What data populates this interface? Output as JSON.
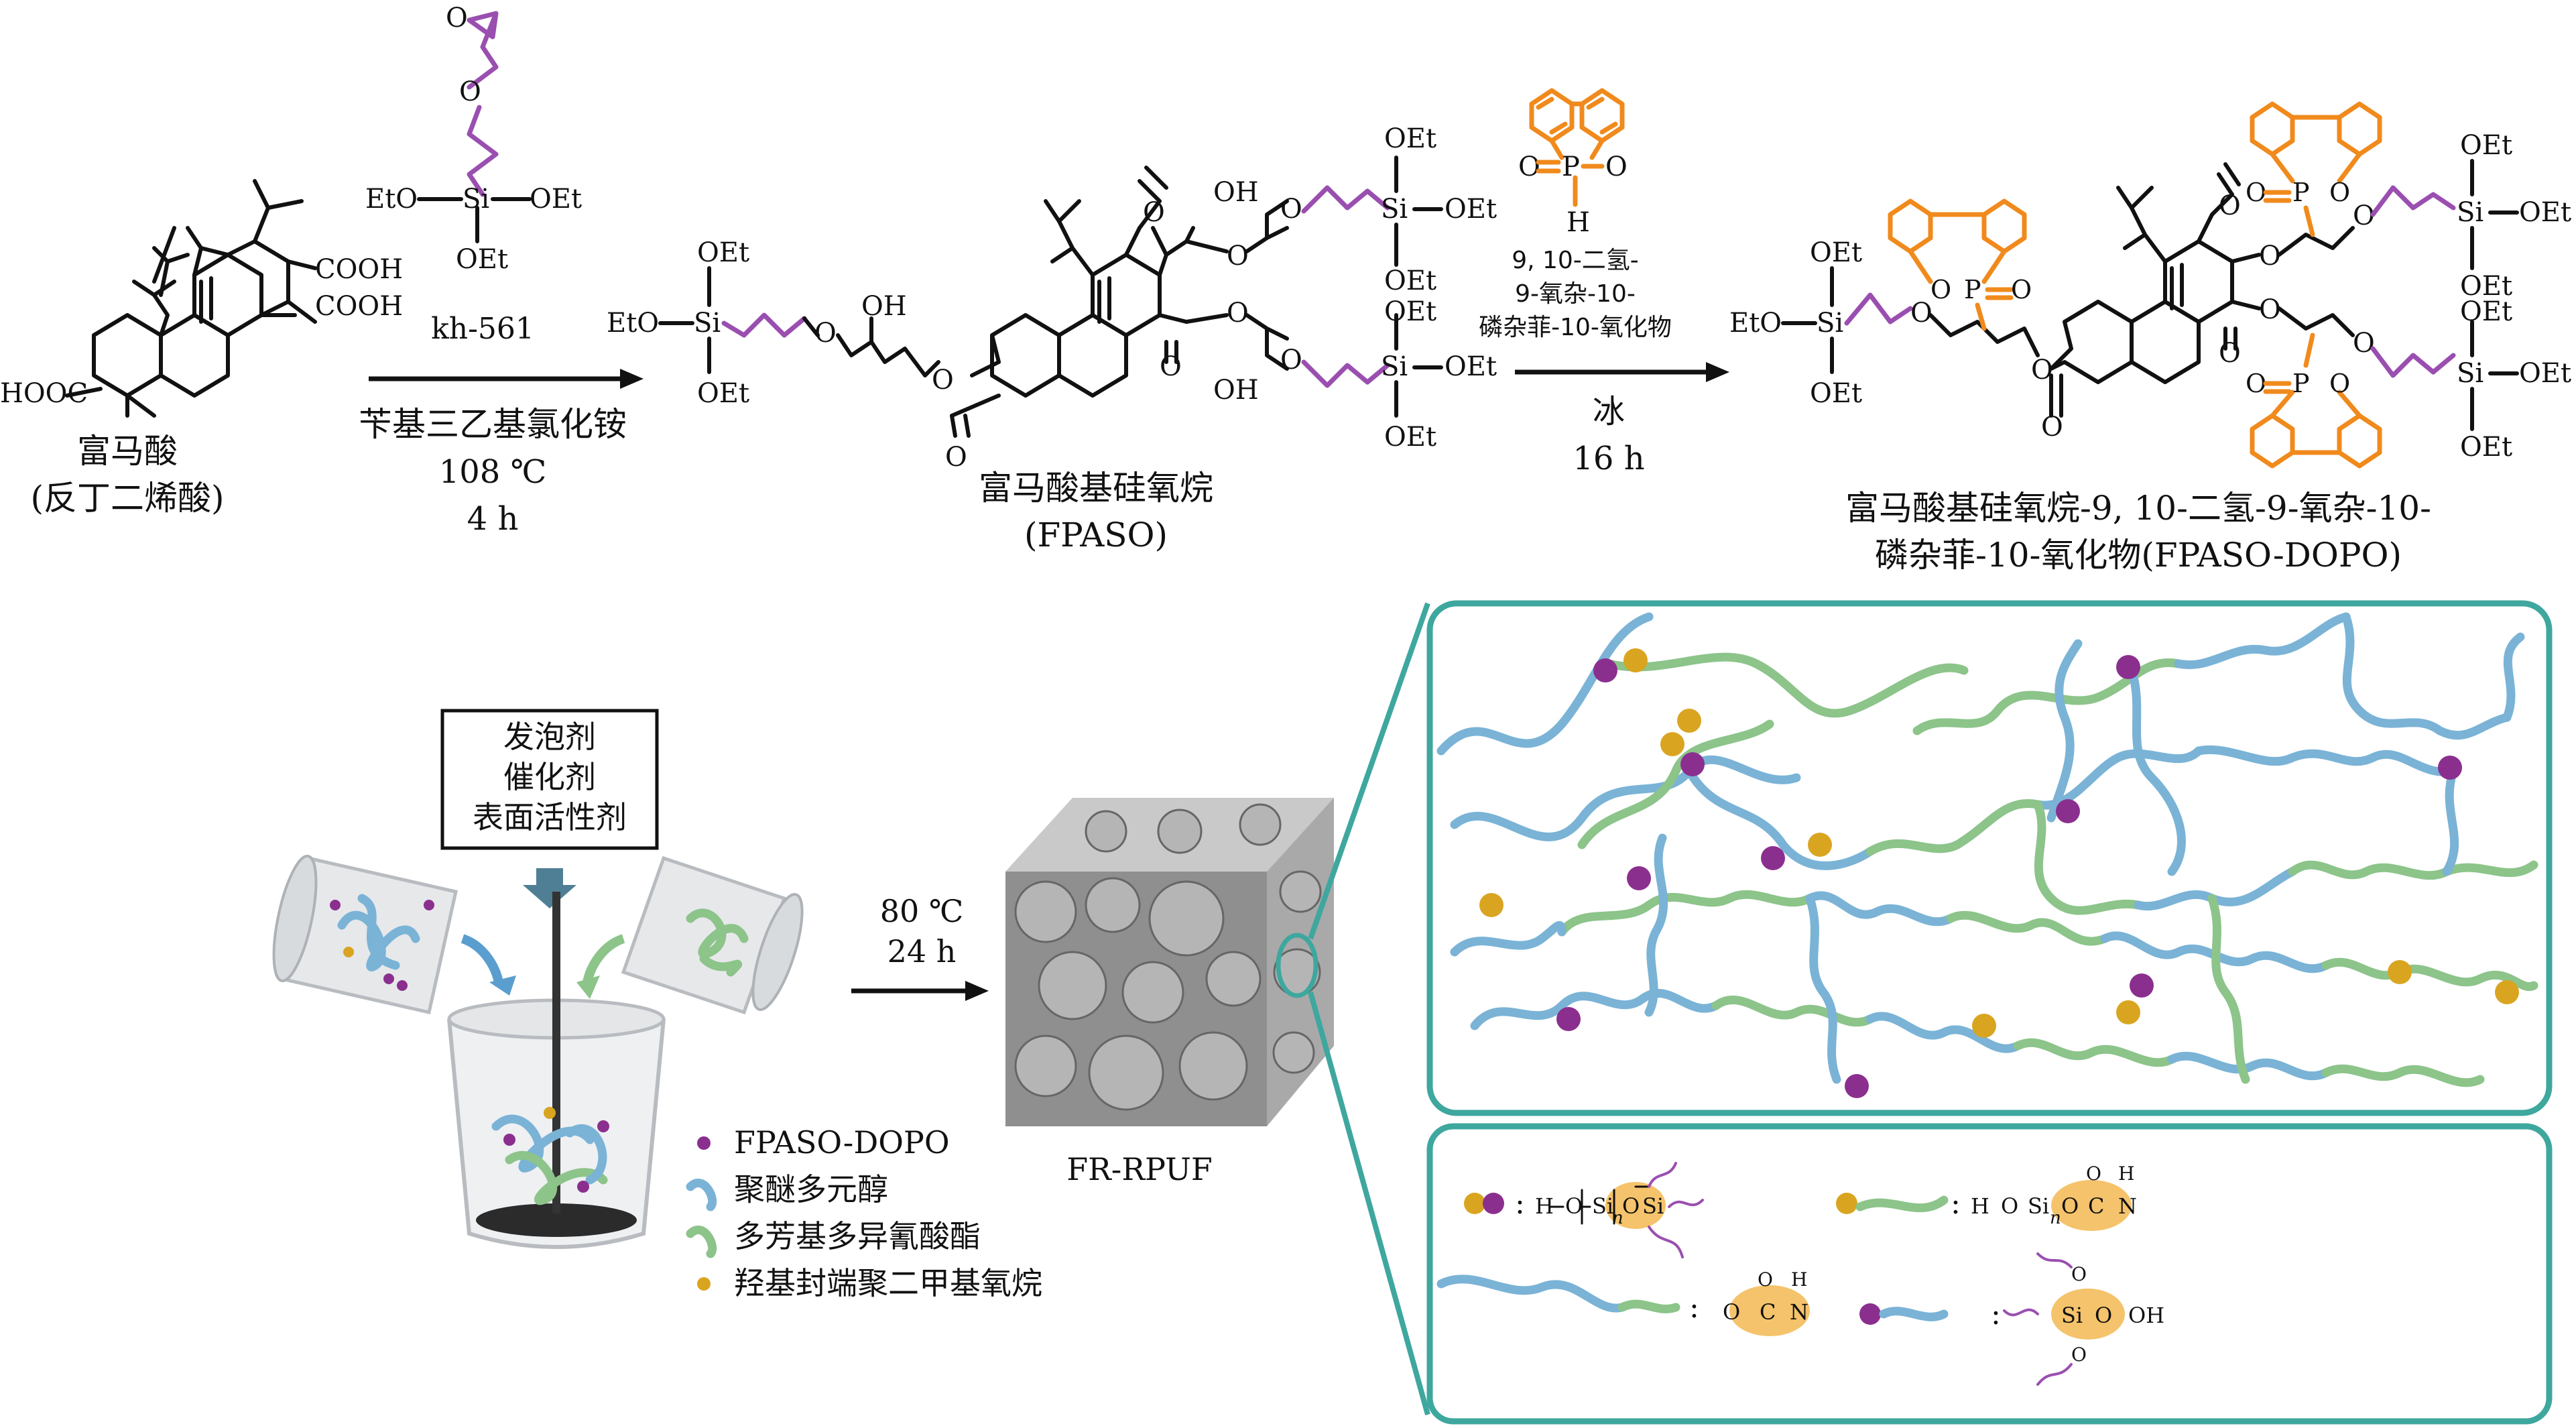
{
  "reaction": {
    "fumaric": {
      "label1": "富马酸",
      "label2": "(反丁二烯酸)",
      "cooh1": "COOH",
      "cooh2": "COOH",
      "hooc": "HOOC"
    },
    "kh561": {
      "eto_left": "EtO",
      "si": "Si",
      "oet_right": "OEt",
      "oet_bottom": "OEt",
      "o_top": "O",
      "o_mid": "O",
      "name": "kh-561"
    },
    "step1": {
      "catalyst": "苄基三乙基氯化铵",
      "temp": "108 ℃",
      "time": "4 h"
    },
    "silane": {
      "eto": "EtO",
      "si": "Si",
      "oet_top": "OEt",
      "oet_bottom": "OEt",
      "oh": "OH",
      "o": "O"
    },
    "fpaso": {
      "name1": "富马酸基硅氧烷",
      "name2": "(FPASO)",
      "oh": "OH",
      "oet": "OEt",
      "si": "Si",
      "o": "O"
    },
    "dopo_reagent": {
      "o": "O",
      "p": "P",
      "h": "H",
      "name1": "9, 10-二氢-",
      "name2": "9-氧杂-10-",
      "name3": "磷杂菲-10-氧化物",
      "solvent": "冰",
      "time": "16 h"
    },
    "product": {
      "name1": "富马酸基硅氧烷-9, 10-二氢-9-氧杂-10-",
      "name2": "磷杂菲-10-氧化物(FPASO-DOPO)",
      "eto": "EtO",
      "oet": "OEt",
      "si": "Si",
      "o": "O",
      "p": "P"
    }
  },
  "foaming": {
    "additives": [
      "发泡剂",
      "催化剂",
      "表面活性剂"
    ],
    "condition_temp": "80 ℃",
    "condition_time": "24 h",
    "cube_label": "FR-RPUF",
    "legend": [
      {
        "label": "FPASO-DOPO",
        "symbol": "purple-dot"
      },
      {
        "label": "聚醚多元醇",
        "symbol": "blue-coil"
      },
      {
        "label": "多芳基多异氰酸酯",
        "symbol": "green-coil"
      },
      {
        "label": "羟基封端聚二甲基氧烷",
        "symbol": "gold-dot"
      }
    ]
  },
  "bonds": {
    "a1": "H",
    "a2": "O",
    "a3": "Si",
    "a4": "n",
    "a5": "O",
    "a6": "Si",
    "b1": "H",
    "b2": "O",
    "b3": "Si",
    "b4": "n",
    "b5": "O",
    "b6": "C",
    "b7": "N",
    "b8": "O",
    "b9": "H",
    "c1": "O",
    "c2": "C",
    "c3": "N",
    "c4": "O",
    "c5": "H",
    "d1": "Si",
    "d2": "O",
    "d3": "OH",
    "d4": "O",
    "d5": "O"
  },
  "colors": {
    "teal": "#3ea79e",
    "purple": "#8b2f8f",
    "gold": "#d9a520",
    "blue": "#7ab3d6",
    "green": "#8cc48a",
    "orange": "#f08a1c",
    "highlight": "#f5c36b"
  }
}
